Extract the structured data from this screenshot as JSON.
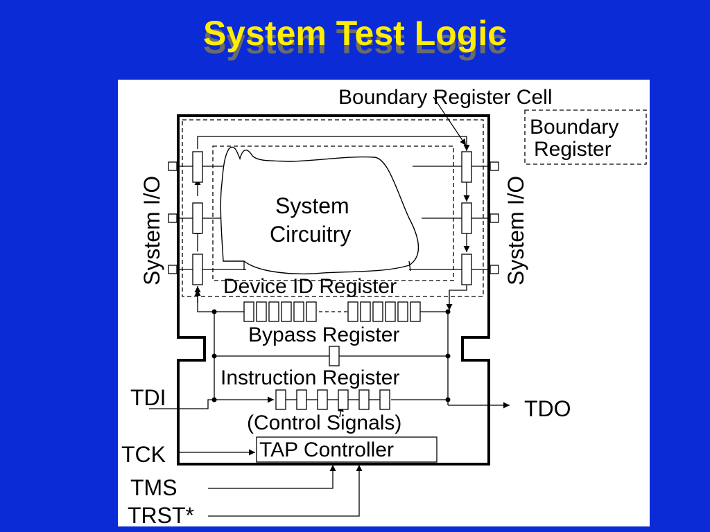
{
  "slide": {
    "title": "System Test Logic"
  },
  "diagram": {
    "labels": {
      "boundary_register_cell": "Boundary Register Cell",
      "boundary_register_line1": "Boundary",
      "boundary_register_line2": "Register",
      "system_io_left": "System I/O",
      "system_io_right": "System I/O",
      "system_circuitry_line1": "System",
      "system_circuitry_line2": "Circuitry",
      "device_id_register": "Device ID Register",
      "bypass_register": "Bypass Register",
      "instruction_register": "Instruction Register",
      "control_signals": "(Control Signals)",
      "tap_controller": "TAP Controller"
    },
    "pins": {
      "tdi": "TDI",
      "tdo": "TDO",
      "tck": "TCK",
      "tms": "TMS",
      "trst": "TRST*"
    }
  },
  "colors": {
    "background": "#0a2bd6",
    "title": "#ffee00",
    "title_shadow": "#6b6b6b",
    "panel": "#ffffff",
    "ink": "#000000"
  }
}
